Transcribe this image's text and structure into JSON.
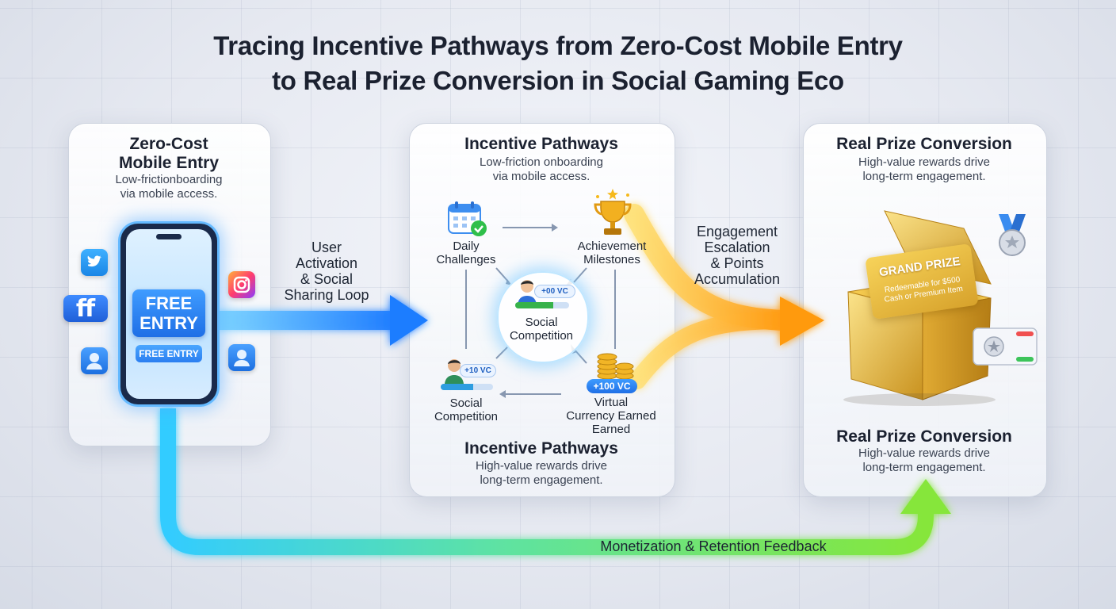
{
  "title": {
    "line1": "Tracing Incentive Pathways from Zero-Cost Mobile Entry",
    "line2": "to Real Prize Conversion in Social Gaming Eco"
  },
  "left_panel": {
    "title_line1": "Zero-Cost",
    "title_line2": "Mobile Entry",
    "sub_line1": "Low-frictionboarding",
    "sub_line2": "via mobile access.",
    "phone_big_line1": "FREE",
    "phone_big_line2": "ENTRY",
    "phone_small": "FREE ENTRY"
  },
  "middle_panel": {
    "title": "Incentive Pathways",
    "sub_line1": "Low-friction onboarding",
    "sub_line2": "via mobile access.",
    "nodes": {
      "daily_line1": "Daily",
      "daily_line2": "Challenges",
      "achieve_line1": "Achievement",
      "achieve_line2": "Milestones",
      "center_chip": "+00 VC",
      "center_line1": "Social",
      "center_line2": "Competition",
      "social_chip": "+10 VC",
      "social_line1": "Social",
      "social_line2": "Competition",
      "virtual_chip": "+100 VC",
      "virtual_line1": "Virtual",
      "virtual_line2": "Currency Earned",
      "virtual_line3": "Earned"
    },
    "bottom_title": "Incentive Pathways",
    "bottom_sub_line1": "High-value rewards drive",
    "bottom_sub_line2": "long-term engagement."
  },
  "right_panel": {
    "title": "Real Prize Conversion",
    "sub_line1": "High-value rewards drive",
    "sub_line2": "long-term engagement.",
    "card_title": "GRAND PRIZE",
    "card_line1": "Redeemable for $500",
    "card_line2": "Cash or Premium Item",
    "bottom_title": "Real Prize Conversion",
    "bottom_sub_line1": "High-value rewards drive",
    "bottom_sub_line2": "long-term engagement."
  },
  "flows": {
    "user_line1": "User",
    "user_line2": "Activation",
    "user_line3": "& Social",
    "user_line4": "Sharing Loop",
    "engage_line1": "Engagement",
    "engage_line2": "Escalation",
    "engage_line3": "& Points",
    "engage_line4": "Accumulation",
    "feedback": "Monetization & Retention Feedback"
  },
  "social_icons": {
    "twitter": "twitter-icon",
    "facebook_glyph": "f",
    "instagram": "instagram-icon",
    "user": "user-icon"
  },
  "colors": {
    "blue_flow": "#2f8dff",
    "orange_flow": "#ffa21a",
    "green_flow": "#7fe23a",
    "cyan_flow": "#38d0ff",
    "gold": "#e7b63a"
  }
}
